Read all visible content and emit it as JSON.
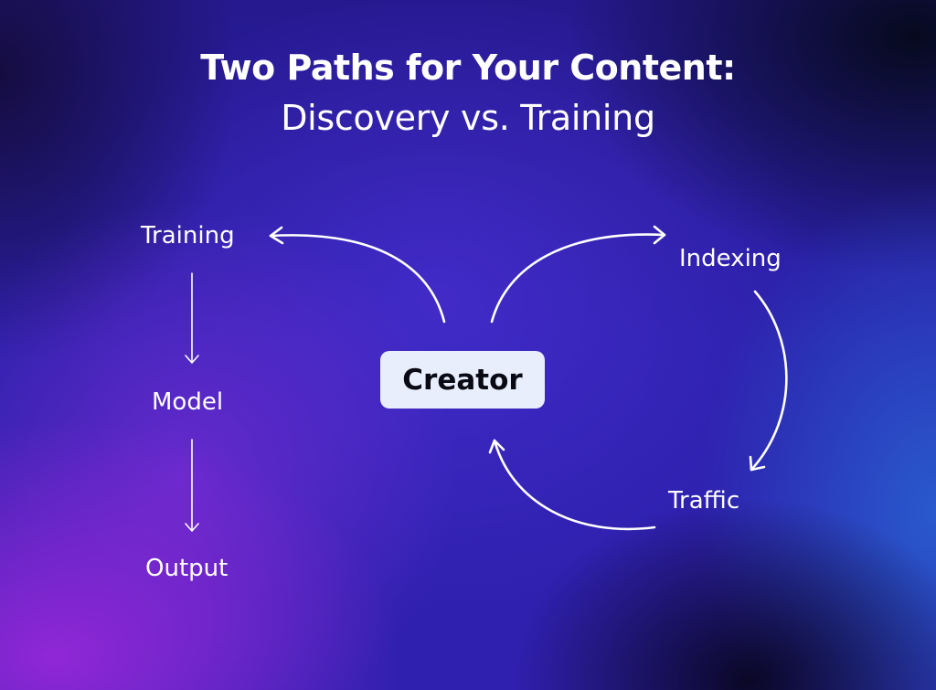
{
  "header": {
    "title": "Two Paths for Your Content:",
    "subtitle": "Discovery vs. Training"
  },
  "diagram": {
    "center_node": "Creator",
    "training_path": {
      "nodes": [
        "Training",
        "Model",
        "Output"
      ]
    },
    "discovery_path": {
      "nodes": [
        "Indexing",
        "Traffic"
      ]
    }
  },
  "colors": {
    "text": "#ffffff",
    "node_background": "#e8eefc",
    "node_text": "#0a0a14",
    "background_primary": "#2b21ac",
    "background_purple": "#a028dc",
    "background_blue": "#2864d2",
    "background_dark": "#080620"
  }
}
